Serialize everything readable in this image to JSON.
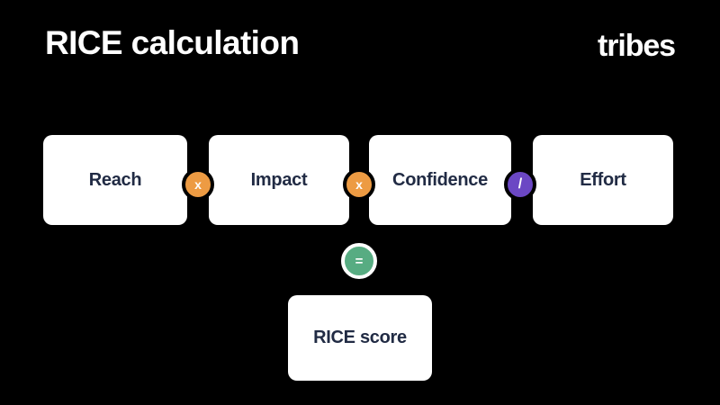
{
  "slide": {
    "background_color": "#000000",
    "title": "RICE calculation",
    "brand": "tribes"
  },
  "formula": {
    "factors": [
      {
        "label": "Reach"
      },
      {
        "label": "Impact"
      },
      {
        "label": "Confidence"
      },
      {
        "label": "Effort"
      }
    ],
    "operators": [
      {
        "glyph": "x",
        "name": "multiply",
        "color": "#ed9b43"
      },
      {
        "glyph": "x",
        "name": "multiply",
        "color": "#ed9b43"
      },
      {
        "glyph": "/",
        "name": "divide",
        "color": "#6b47c4"
      }
    ],
    "equals": {
      "glyph": "=",
      "name": "equals",
      "color": "#57ac82"
    },
    "result": {
      "label": "RICE score"
    }
  },
  "palette": {
    "card_fill": "#ffffff",
    "card_text": "#212b44",
    "title_text": "#ffffff",
    "orange": "#ed9b43",
    "purple": "#6b47c4",
    "green": "#57ac82"
  }
}
